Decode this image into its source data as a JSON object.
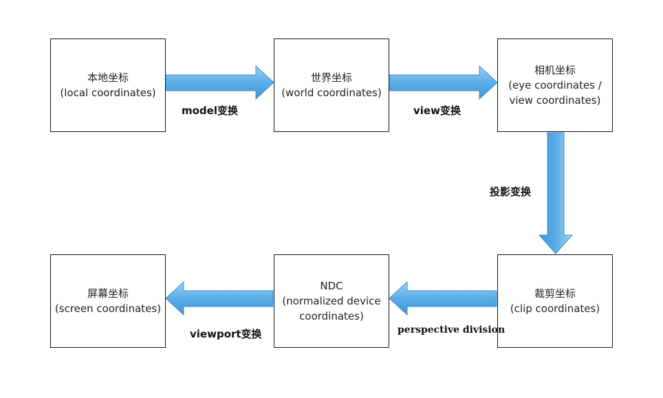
{
  "colors": {
    "arrow_fill": "#5aaee8",
    "arrow_fill_light": "#a9d6f5",
    "arrow_stroke": "#3f8fc8",
    "box_border": "#111111"
  },
  "boxes": {
    "local": {
      "line1": "本地坐标",
      "line2": "(local coordinates)"
    },
    "world": {
      "line1": "世界坐标",
      "line2": "(world coordinates)"
    },
    "camera": {
      "line1": "相机坐标",
      "line2": "(eye coordinates /",
      "line3": "view coordinates)"
    },
    "clip": {
      "line1": "裁剪坐标",
      "line2": "(clip coordinates)"
    },
    "ndc": {
      "line1": "NDC",
      "line2": "(normalized device",
      "line3": "coordinates)"
    },
    "screen": {
      "line1": "屏幕坐标",
      "line2": "(screen coordinates)"
    }
  },
  "labels": {
    "model": "model变换",
    "view": "view变换",
    "projection": "投影变换",
    "perspective": "perspective division",
    "viewport": "viewport变换"
  }
}
